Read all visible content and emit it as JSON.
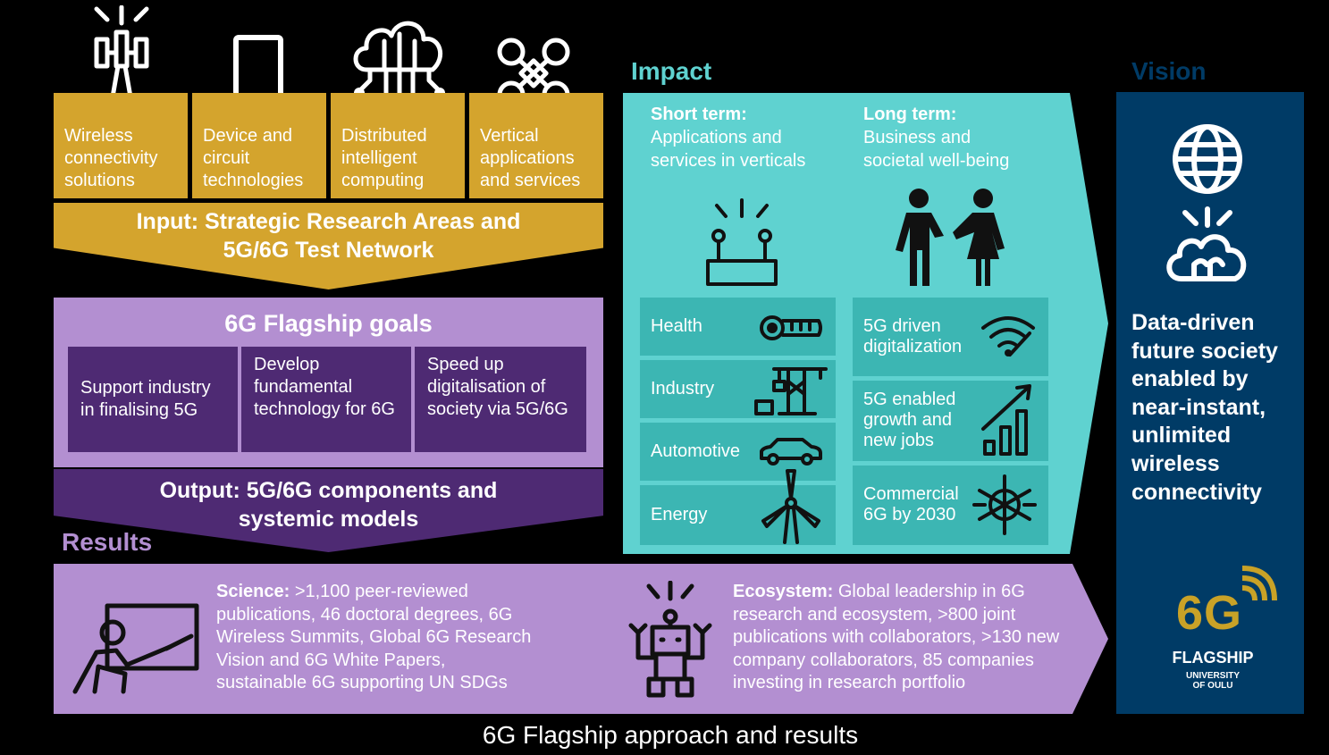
{
  "colors": {
    "background": "#000000",
    "gold": "#d4a42d",
    "purple_light": "#b38fd1",
    "purple_dark": "#4e2a73",
    "teal": "#5fd2d0",
    "teal_dark": "#3cb6b3",
    "navy": "#003b66",
    "brand_gold": "#c9a227"
  },
  "input": {
    "areas": [
      {
        "label": "Wireless connectivity solutions",
        "icon": "antenna-tower-icon"
      },
      {
        "label": "Device and circuit technologies",
        "icon": "smartphone-icon"
      },
      {
        "label": "Distributed intelligent computing",
        "icon": "cloud-network-icon"
      },
      {
        "label": "Vertical applications and services",
        "icon": "drone-icon"
      }
    ],
    "title_line1": "Input: Strategic Research Areas and",
    "title_line2": "5G/6G Test Network"
  },
  "goals": {
    "title": "6G Flagship goals",
    "items": [
      "Support industry in finalising 5G",
      "Develop fundamental technology for 6G",
      "Speed up digitalisation of society via 5G/6G"
    ]
  },
  "output": {
    "line1": "Output: 5G/6G components and",
    "line2": "systemic models"
  },
  "impact": {
    "heading": "Impact",
    "short_term": {
      "title": "Short term:",
      "subtitle_line1": "Applications and",
      "subtitle_line2": "services in verticals",
      "icon": "iot-device-icon",
      "rows": [
        {
          "label": "Health",
          "icon": "thermometer-icon"
        },
        {
          "label": "Industry",
          "icon": "crane-icon"
        },
        {
          "label": "Automotive",
          "icon": "car-icon"
        },
        {
          "label": "Energy",
          "icon": "wind-turbine-icon"
        }
      ]
    },
    "long_term": {
      "title": "Long term:",
      "subtitle_line1": "Business and",
      "subtitle_line2": "societal well-being",
      "icon": "people-icon",
      "rows": [
        {
          "label": "5G driven digitalization",
          "icon": "wifi-signal-icon"
        },
        {
          "label": "5G enabled growth and new jobs",
          "icon": "growth-chart-icon"
        },
        {
          "label": "Commercial 6G by 2030",
          "icon": "network-star-icon"
        }
      ]
    }
  },
  "vision": {
    "heading": "Vision",
    "statement_lines": [
      "Data-driven",
      "future society",
      "enabled by",
      "near-instant,",
      "unlimited",
      "wireless",
      "connectivity"
    ],
    "logo": {
      "mark": "6G",
      "name": "FLAGSHIP",
      "university_line1": "UNIVERSITY",
      "university_line2": "OF OULU"
    }
  },
  "results": {
    "heading": "Results",
    "science": {
      "label": "Science:",
      "line1": " >1,100 peer-reviewed",
      "line2": "publications, 46 doctoral degrees, 6G",
      "line3": "Wireless Summits, Global 6G Research",
      "line4": "Vision and 6G White Papers,",
      "line5": "sustainable 6G supporting UN SDGs"
    },
    "ecosystem": {
      "label": "Ecosystem:",
      "line1": " Global leadership in 6G",
      "line2": "research and ecosystem, >800 joint",
      "line3": "publications with collaborators, >130 new",
      "line4": "company collaborators, 85 companies",
      "line5": "investing in research portfolio"
    }
  },
  "caption": "6G Flagship approach and results"
}
